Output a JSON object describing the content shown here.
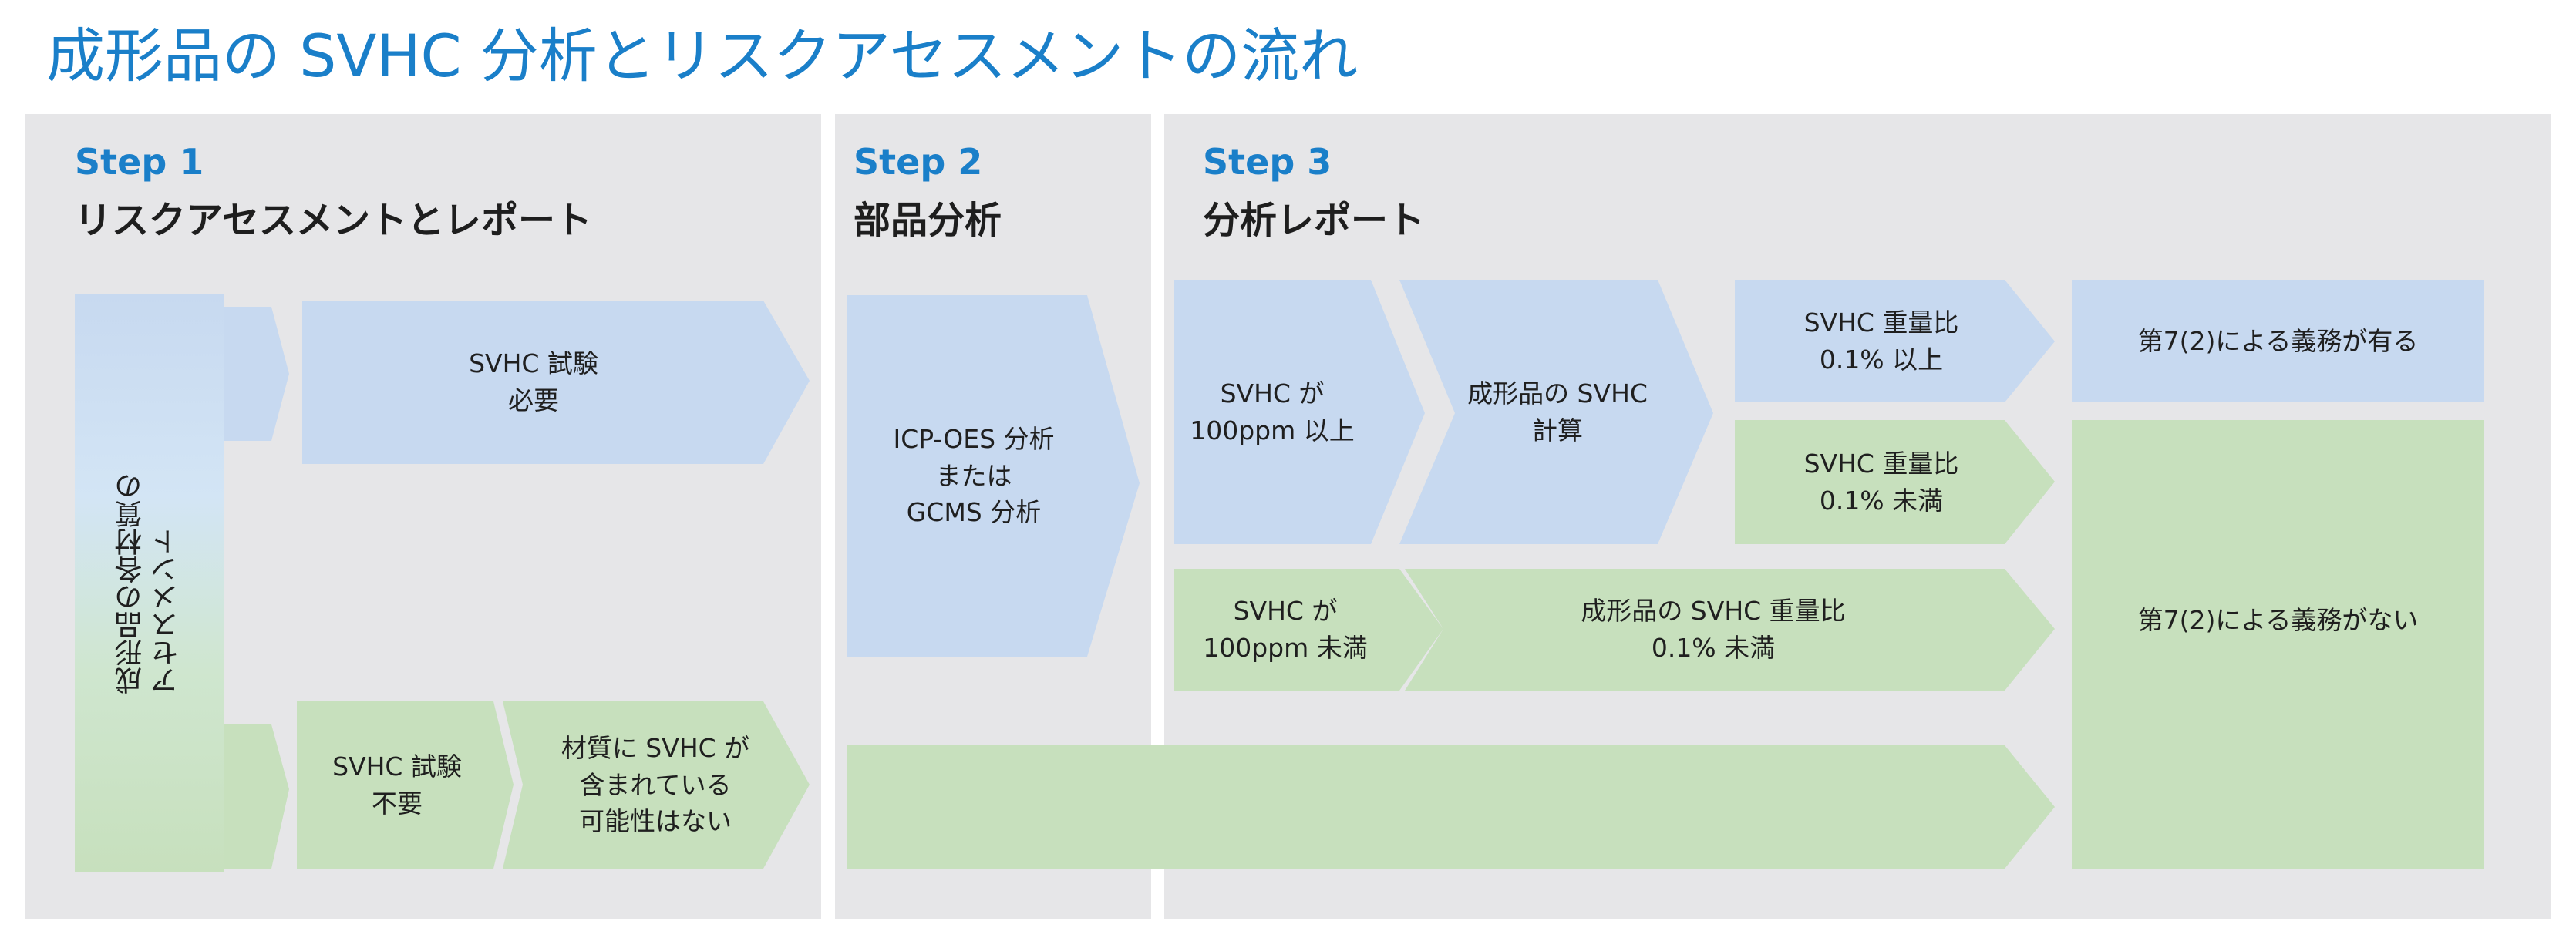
{
  "title": "成形品の SVHC 分析とリスクアセスメントの流れ",
  "colors": {
    "blue": "#c7d9f0",
    "green": "#c7e0bd",
    "panel": "#e6e6e8",
    "accent": "#1a7fc9"
  },
  "steps": [
    {
      "label": "Step 1",
      "title": "リスクアセスメントとレポート"
    },
    {
      "label": "Step 2",
      "title": "部品分析"
    },
    {
      "label": "Step 3",
      "title": "分析レポート"
    }
  ],
  "nodes": {
    "assessment": "成形品の各材質の\nアセスメント",
    "test_required": "SVHC 試験\n必要",
    "test_not_required": "SVHC 試験\n不要",
    "no_svhc": "材質に SVHC が\n含まれている\n可能性はない",
    "analysis": "ICP-OES 分析\nまたは\nGCMS 分析",
    "svhc_high": "SVHC が\n100ppm 以上",
    "calc": "成形品の SVHC\n計算",
    "ratio_high": "SVHC 重量比\n0.1% 以上",
    "ratio_low": "SVHC 重量比\n0.1% 未満",
    "svhc_low": "SVHC が\n100ppm 未満",
    "article_ratio_low": "成形品の SVHC 重量比\n0.1% 未満",
    "obligation_yes": "第7(2)による義務が有る",
    "obligation_no": "第7(2)による義務がない"
  }
}
